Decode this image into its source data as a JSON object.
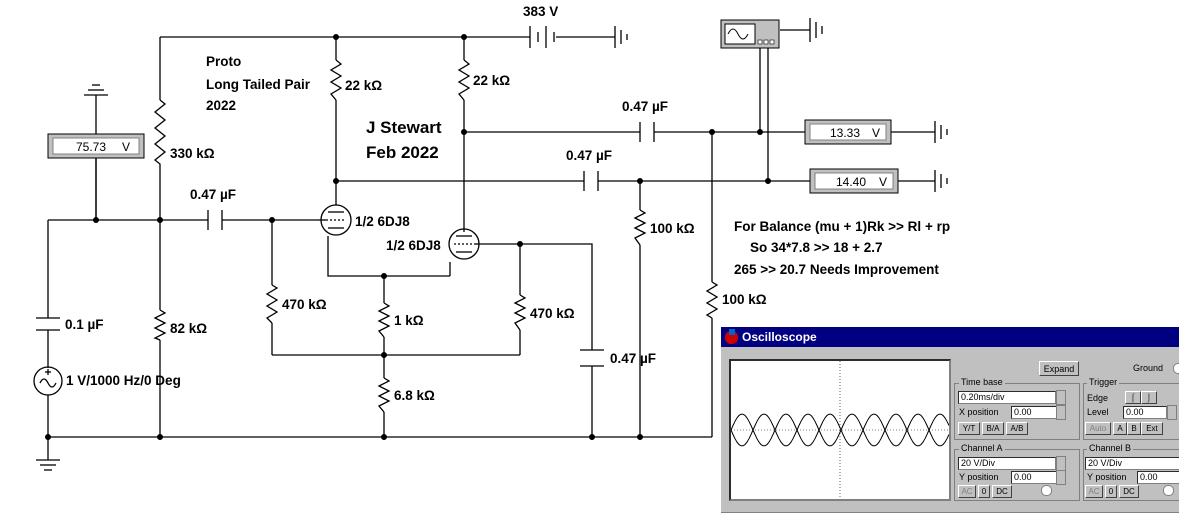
{
  "schematic": {
    "supply_voltage": "383 V",
    "notes": {
      "proto_line1": "Proto",
      "proto_line2": "Long Tailed Pair",
      "proto_line3": "2022",
      "author_line1": "J Stewart",
      "author_line2": "Feb 2022",
      "balance_line1": "For Balance (mu + 1)Rk >> Rl + rp",
      "balance_line2": "So 34*7.8 >> 18 + 2.7",
      "balance_line3": "265 >> 20.7 Needs Improvement"
    },
    "components": {
      "r_330k": "330 kΩ",
      "r_82k": "82 kΩ",
      "r_plate1": "22 kΩ",
      "r_plate2": "22 kΩ",
      "r_grid1": "470 kΩ",
      "r_grid2": "470 kΩ",
      "r_1k": "1 kΩ",
      "r_6k8": "6.8 kΩ",
      "r_100k_a": "100 kΩ",
      "r_100k_b": "100 kΩ",
      "c_in": "0.47 µF",
      "c_out1": "0.47 µF",
      "c_out2": "0.47 µF",
      "c_bypass": "0.47 µF",
      "c_source": "0.1 µF",
      "tube1": "1/2 6DJ8",
      "tube2": "1/2 6DJ8",
      "source": "1 V/1000 Hz/0 Deg"
    },
    "meters": {
      "bias_value": "75.73",
      "bias_unit": "V",
      "out1_value": "13.33",
      "out1_unit": "V",
      "out2_value": "14.40",
      "out2_unit": "V"
    }
  },
  "oscilloscope": {
    "title": "Oscilloscope",
    "expand_label": "Expand",
    "ground_label": "Ground",
    "timebase": {
      "title": "Time base",
      "value": "0.20ms/div",
      "xpos_label": "X position",
      "xpos_value": "0.00",
      "btn_yt": "Y/T",
      "btn_ba": "B/A",
      "btn_ab": "A/B"
    },
    "trigger": {
      "title": "Trigger",
      "edge_label": "Edge",
      "level_label": "Level",
      "level_value": "0.00",
      "btn_auto": "Auto",
      "btn_a": "A",
      "btn_b": "B",
      "btn_ext": "Ext"
    },
    "channel_a": {
      "title": "Channel A",
      "value": "20 V/Div",
      "ypos_label": "Y position",
      "ypos_value": "0.00",
      "btn_ac": "AC",
      "btn_0": "0",
      "btn_dc": "DC"
    },
    "channel_b": {
      "title": "Channel B",
      "value": "20 V/Div",
      "ypos_label": "Y position",
      "ypos_value": "0.00",
      "btn_ac": "AC",
      "btn_0": "0",
      "btn_dc": "DC"
    }
  }
}
